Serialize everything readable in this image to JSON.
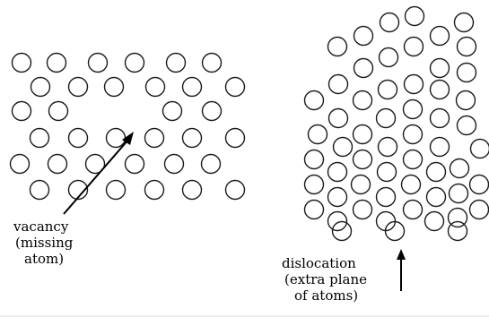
{
  "labels": {
    "vacancy": [
      "vacancy",
      "(missing",
      "atom)"
    ],
    "dislocation": [
      "dislocation",
      "(extra plane",
      "of atoms)"
    ]
  },
  "colors": {
    "background": "#ffffff",
    "atom_stroke": "#1a1a1a",
    "arrow": "#000000",
    "text": "#000000"
  }
}
